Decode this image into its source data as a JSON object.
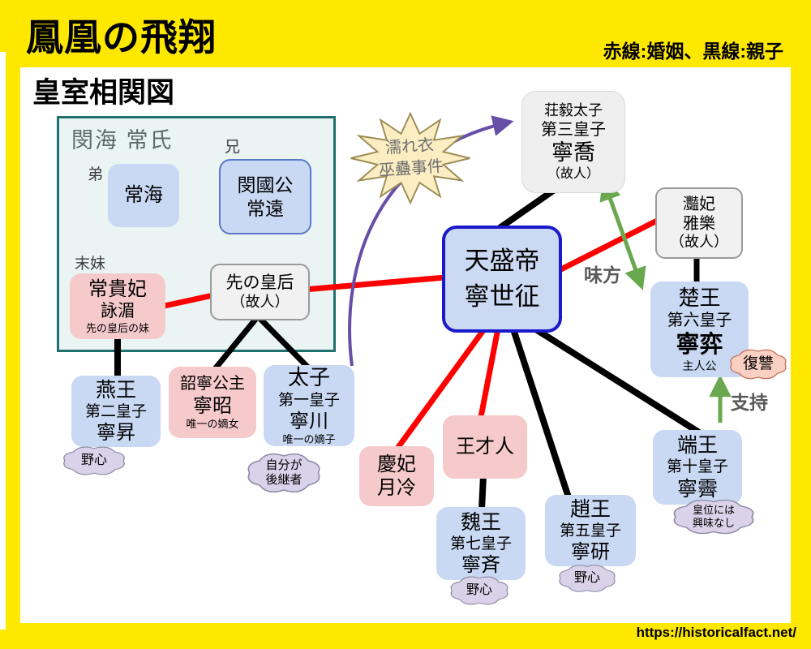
{
  "page": {
    "title": "鳳凰の飛翔",
    "subtitle": "皇室相関図",
    "legend": "赤線:婚姻、黒線:親子",
    "url": "https://historicalfact.net/"
  },
  "clan": {
    "label": "閔海 常氏",
    "younger_brother_label": "弟",
    "elder_brother_label": "兄",
    "youngest_sister_label": "末妹"
  },
  "nodes": {
    "chang_hai": {
      "name": "常海"
    },
    "chang_yuan": {
      "title": "閔國公",
      "name": "常遠"
    },
    "chang_guifei": {
      "title": "常貴妃",
      "name": "詠湄",
      "note": "先の皇后の妹"
    },
    "former_empress": {
      "title": "先の皇后",
      "note": "（故人）"
    },
    "emperor": {
      "title": "天盛帝",
      "name": "寧世征"
    },
    "ning_qiao": {
      "title": "荘毅太子",
      "rank": "第三皇子",
      "name": "寧喬",
      "note": "（故人）"
    },
    "yan_fei": {
      "title": "灩妃",
      "name": "雅樂",
      "note": "（故人）"
    },
    "chu_wang": {
      "title": "楚王",
      "rank": "第六皇子",
      "name": "寧弈",
      "note": "主人公"
    },
    "duan_wang": {
      "title": "端王",
      "rank": "第十皇子",
      "name": "寧霽"
    },
    "zhao_wang": {
      "title": "趙王",
      "rank": "第五皇子",
      "name": "寧研"
    },
    "wei_wang": {
      "title": "魏王",
      "rank": "第七皇子",
      "name": "寧斉"
    },
    "wang_cairen": {
      "name": "王才人"
    },
    "qing_fei": {
      "title": "慶妃",
      "name": "月冷"
    },
    "crown_prince": {
      "title": "太子",
      "rank": "第一皇子",
      "name": "寧川",
      "note": "唯一の嫡子"
    },
    "shao_ning": {
      "title": "韶寧公主",
      "name": "寧昭",
      "note": "唯一の嫡女"
    },
    "yan_wang": {
      "title": "燕王",
      "rank": "第二皇子",
      "name": "寧昇"
    }
  },
  "clouds": {
    "revenge": "復讐",
    "no_interest_line1": "皇位には",
    "no_interest_line2": "興味なし",
    "ambition_yan": "野心",
    "ambition_wei": "野心",
    "ambition_zhao": "野心",
    "successor_line1": "自分が",
    "successor_line2": "後継者"
  },
  "callouts": {
    "starburst_line1": "濡れ衣",
    "starburst_line2": "巫蠱事件"
  },
  "labels": {
    "ally": "味方",
    "support": "支持"
  },
  "colors": {
    "frame_yellow": "#ffe800",
    "marriage_red": "#ff0000",
    "parent_child_black": "#000000",
    "ally_green": "#6aa84f",
    "accusation_purple": "#674ea7",
    "male_box_blue": "#c9d9f3",
    "female_box_pink": "#f6caca",
    "deceased_box_gray": "#f1f1f1",
    "emperor_border_blue": "#1a1acc",
    "clan_border_teal": "#20706e"
  }
}
